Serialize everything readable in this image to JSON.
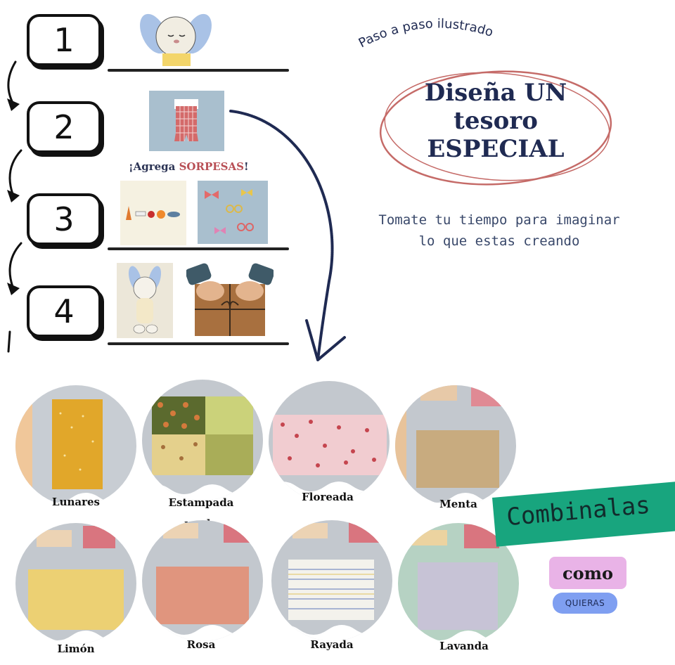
{
  "steps": [
    {
      "number": "1"
    },
    {
      "number": "2"
    },
    {
      "number": "3"
    },
    {
      "number": "4"
    }
  ],
  "tagline": "Paso a paso ilustrado",
  "title": {
    "line1": "Diseña UN",
    "line2": "tesoro",
    "line3": "ESPECIAL"
  },
  "subtitle": {
    "line1": "Tomate tu tiempo para imaginar",
    "line2": "lo que estas creando"
  },
  "surprises": {
    "prefix": "¡Agrega ",
    "highlight": "SORPESAS",
    "suffix": "!"
  },
  "fabrics": [
    {
      "label": "Lunares"
    },
    {
      "label": "Estampada",
      "label2": "verde"
    },
    {
      "label": "Floreada"
    },
    {
      "label": "Menta"
    },
    {
      "label": "Limón"
    },
    {
      "label": "Rosa"
    },
    {
      "label": "Rayada"
    },
    {
      "label": "Lavanda"
    }
  ],
  "banner": {
    "text": "Combinalas"
  },
  "como": "como",
  "quieras": "QUIERAS",
  "colors": {
    "navy": "#1f2a52",
    "accent_red": "#b84f55",
    "banner_green": "#18a57e",
    "pink_pill": "#e9b3e7",
    "blue_pill": "#7f9ff1"
  }
}
